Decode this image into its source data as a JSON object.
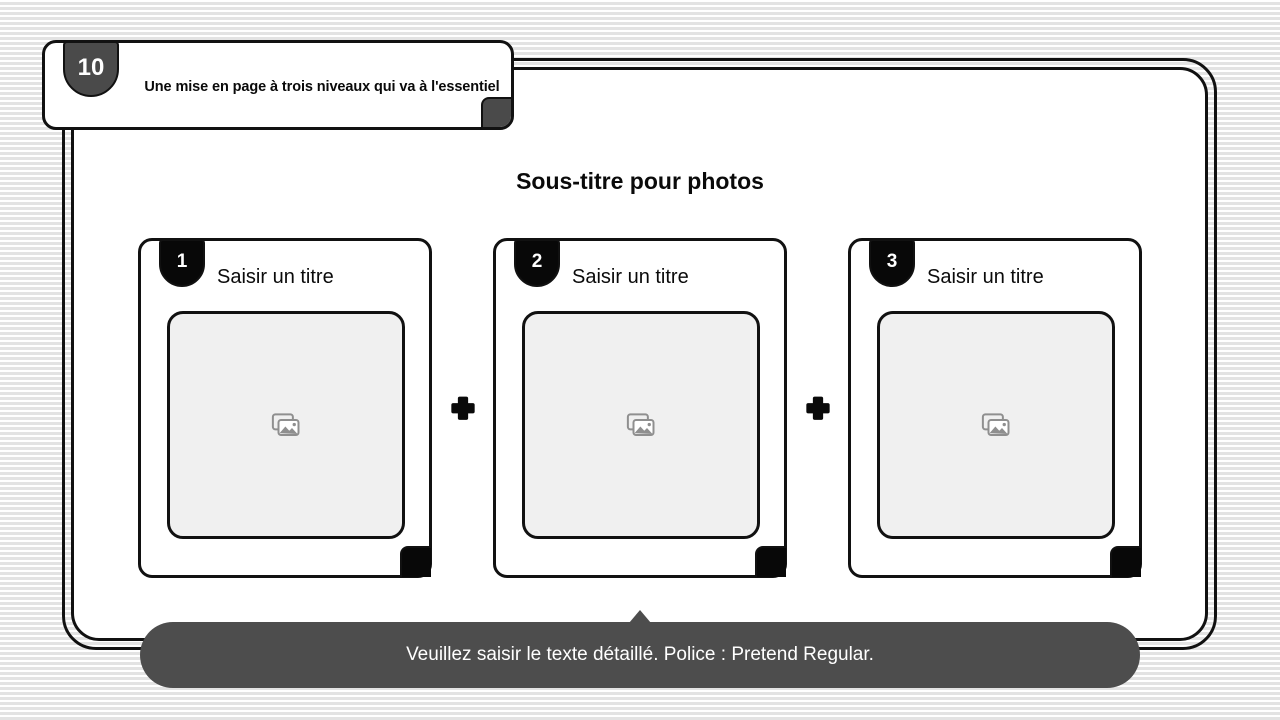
{
  "header": {
    "badge_number": "10",
    "title": "Une mise en page à trois niveaux qui va à l'essentiel",
    "badge_color": "#4a4a4a"
  },
  "main": {
    "subtitle": "Sous-titre pour photos",
    "separator_symbol": "plus-icon"
  },
  "cards": [
    {
      "badge_number": "1",
      "title": "Saisir un titre",
      "placeholder_icon": "image-placeholder-icon"
    },
    {
      "badge_number": "2",
      "title": "Saisir un titre",
      "placeholder_icon": "image-placeholder-icon"
    },
    {
      "badge_number": "3",
      "title": "Saisir un titre",
      "placeholder_icon": "image-placeholder-icon"
    }
  ],
  "footer": {
    "text": "Veuillez saisir le texte détaillé. Police : Pretend Regular.",
    "background_color": "#4d4d4d"
  },
  "colors": {
    "ink": "#111111",
    "badge_dark": "#080808",
    "badge_gray": "#4a4a4a",
    "photo_fill": "#f0f0f0",
    "stripe": "#e3e3e3"
  }
}
